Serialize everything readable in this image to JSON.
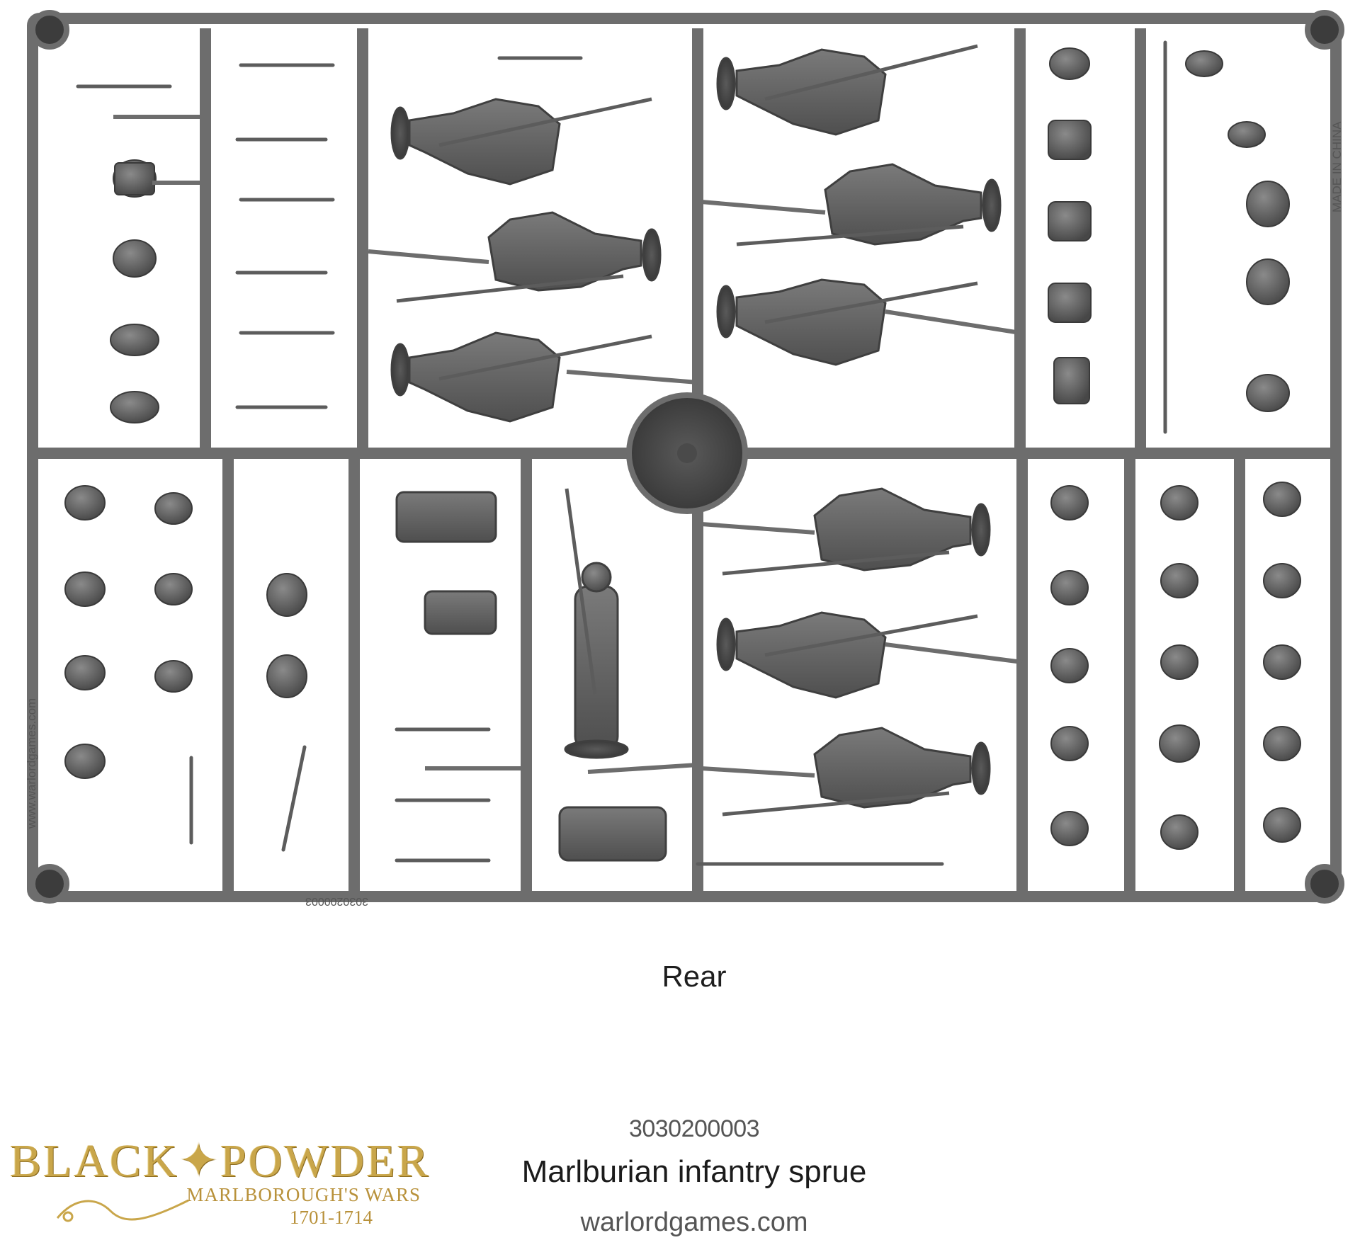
{
  "caption": {
    "view": "Rear"
  },
  "product": {
    "code": "3030200003",
    "name": "Marlburian infantry sprue",
    "url": "warlordgames.com"
  },
  "brand": {
    "main": "BLACK✦POWDER",
    "subtitle": "MARLBOROUGH'S WARS",
    "years": "1701-1714"
  },
  "sprue_marks": {
    "side_url": "www.warlordgames.com",
    "made_in": "MADE IN CHINA",
    "mold_code": "3030200003"
  },
  "colors": {
    "background": "#ffffff",
    "plastic": "#6b6b6b",
    "plastic_dark": "#4a4a4a",
    "logo_gold": "#c9a64a"
  }
}
